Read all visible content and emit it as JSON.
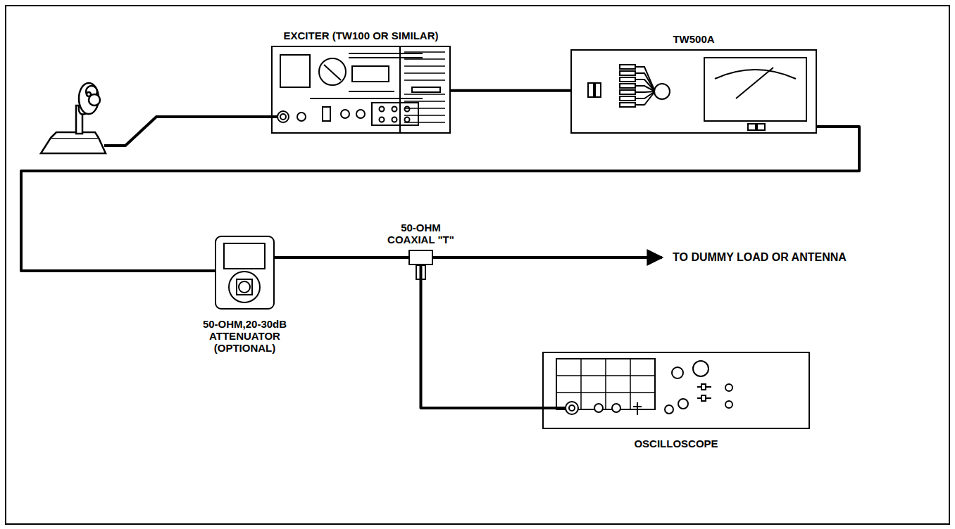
{
  "diagram": {
    "nodes": [
      {
        "text": [
          "EXCITER (TW100 OR SIMILAR)"
        ]
      },
      {
        "text": [
          "TW500A"
        ]
      },
      {
        "text": [
          "50-OHM,20-30dB ATTENUATOR (OPTIONAL)"
        ]
      },
      {
        "text": [
          "50-OHM COAXIAL \"T\""
        ]
      },
      {
        "text": [
          "OSCILLOSCOPE"
        ]
      }
    ],
    "edges": [
      {
        "from": 0,
        "to": 1,
        "arrow": "none"
      },
      {
        "from": 1,
        "to": 2,
        "arrow": "none"
      },
      {
        "from": 2,
        "to": 3,
        "arrow": "none"
      },
      {
        "from": 3,
        "to": 4,
        "arrow": "none"
      }
    ],
    "labels": [
      "TO DUMMY LOAD OR ANTENNA"
    ]
  }
}
